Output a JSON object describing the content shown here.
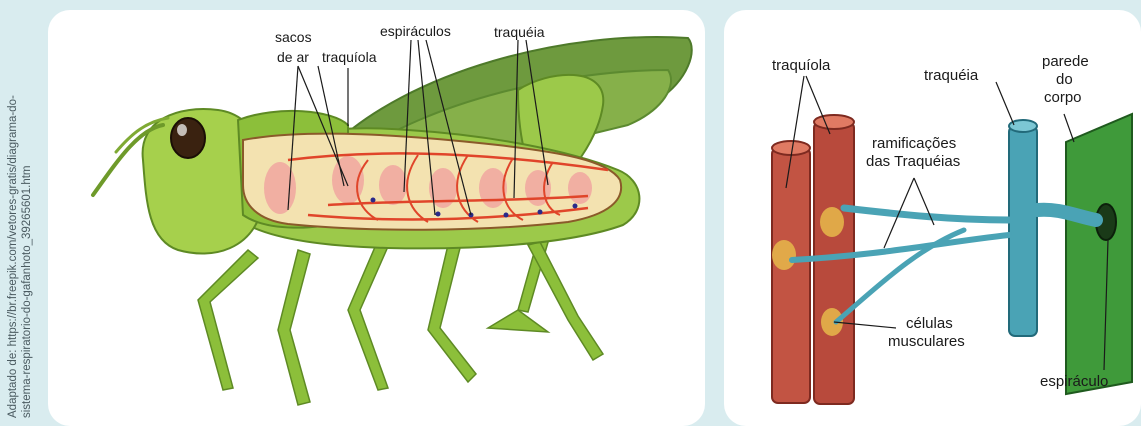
{
  "credit": {
    "line1": "Adaptado de: https://br.freepik.com/vetores-gratis/diagrama-do-",
    "line2": "sistema-respiratorio-do-gafanhoto_39265601.htm"
  },
  "grasshopper_labels": {
    "air_sacs_line1": "sacos",
    "air_sacs_line2": "de ar",
    "tracheole": "traquíola",
    "spiracles": "espiráculos",
    "trachea": "traquéia"
  },
  "trachea_detail_labels": {
    "tracheole": "traquíola",
    "trachea": "traquéia",
    "body_wall_line1": "parede",
    "body_wall_line2": "do",
    "body_wall_line3": "corpo",
    "branches_line1": "ramificações",
    "branches_line2": "das Traquéias",
    "muscle_cells_line1": "células",
    "muscle_cells_line2": "musculares",
    "spiracle": "espiráculo"
  },
  "colors": {
    "background": "#d9ecef",
    "panel": "#ffffff",
    "grasshopper_green": "#8cbf3a",
    "trachea_red": "#e0452a",
    "muscle_red": "#b84a3c",
    "trachea_teal": "#4aa3b5",
    "body_wall_green": "#3f9a3a"
  }
}
